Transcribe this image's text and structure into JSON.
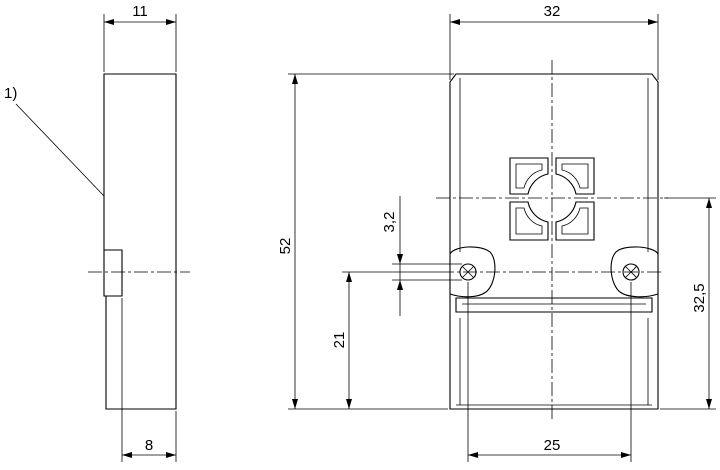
{
  "note_label": "1)",
  "dimensions": {
    "side_thickness": "11",
    "side_lower": "8",
    "front_width": "32",
    "front_height": "52",
    "hole_diameter": "3,2",
    "hole_height": "21",
    "center_height": "32,5",
    "hole_spacing": "25"
  }
}
